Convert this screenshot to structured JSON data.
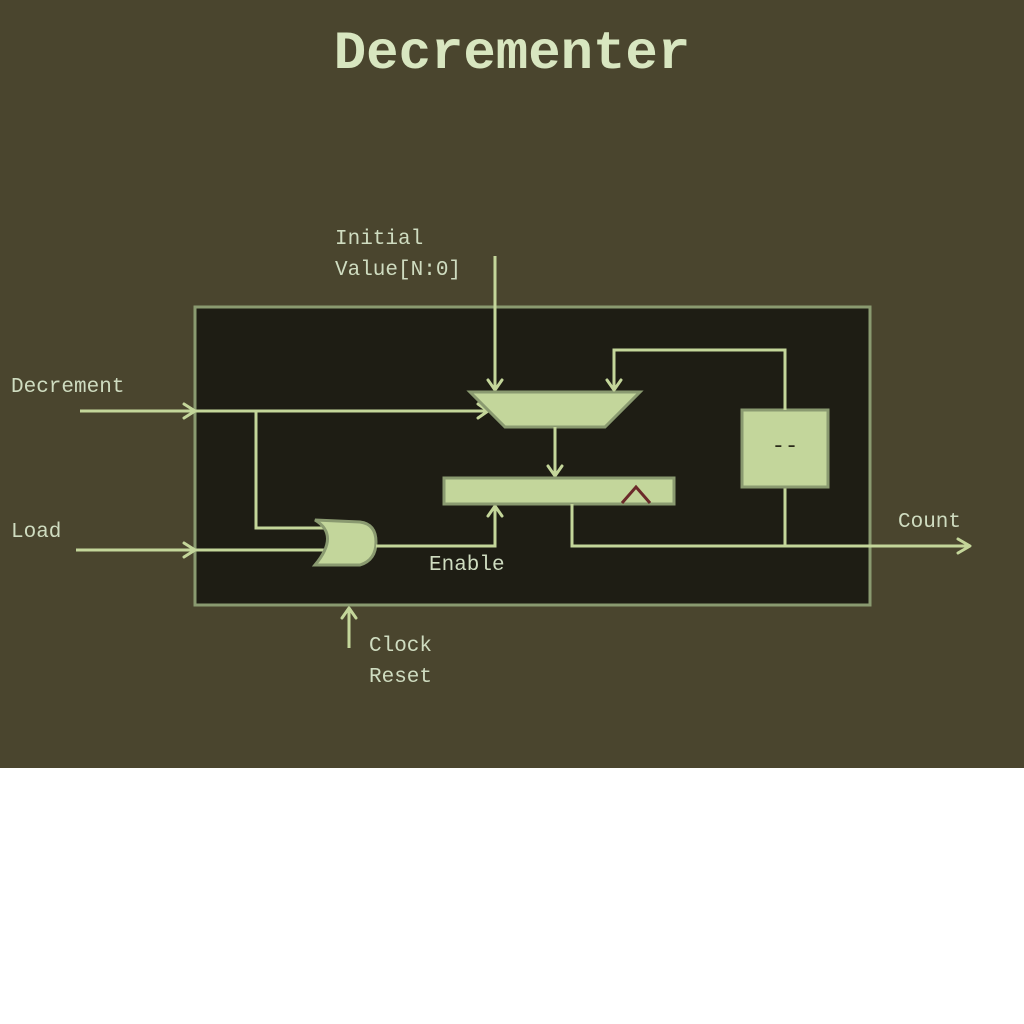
{
  "title": "Decrementer",
  "labels": {
    "initial_value_line1": "Initial",
    "initial_value_line2": "Value[N:0]",
    "decrement": "Decrement",
    "load": "Load",
    "enable": "Enable",
    "count": "Count",
    "clock": "Clock",
    "reset": "Reset",
    "decrement_block": "--"
  },
  "colors": {
    "background": "#4a452e",
    "module_fill": "#1e1d14",
    "wire": "#c4d69a",
    "block_fill": "#c3d69b",
    "clock_marker": "#6b2a2a"
  }
}
